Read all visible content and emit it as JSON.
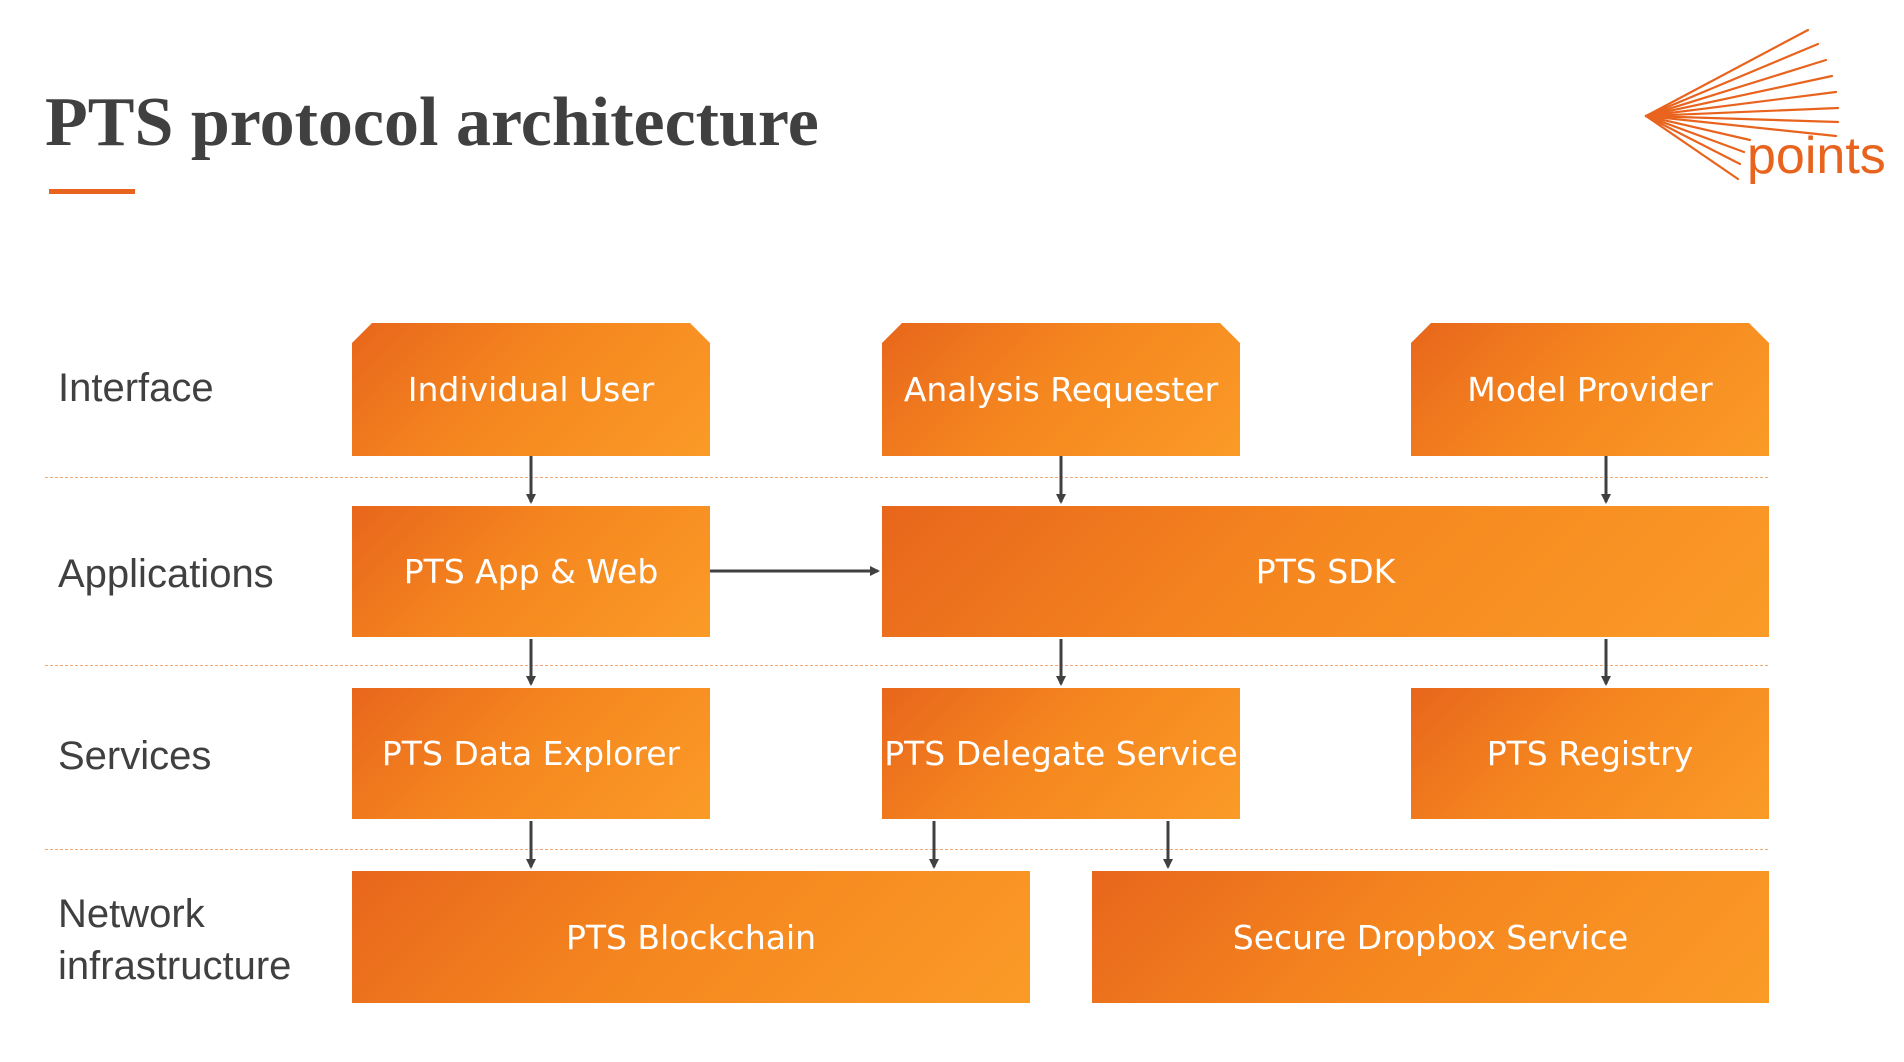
{
  "title": "PTS protocol architecture",
  "logo": {
    "text": "points"
  },
  "rows": {
    "interface": "Interface",
    "applications": "Applications",
    "services": "Services",
    "network_line1": "Network",
    "network_line2": "infrastructure"
  },
  "boxes": {
    "individual_user": "Individual User",
    "analysis_requester": "Analysis Requester",
    "model_provider": "Model Provider",
    "pts_app_web": "PTS App & Web",
    "pts_sdk": "PTS SDK",
    "pts_data_explorer": "PTS Data Explorer",
    "pts_delegate_service": "PTS Delegate Service",
    "pts_registry": "PTS Registry",
    "pts_blockchain": "PTS Blockchain",
    "secure_dropbox_service": "Secure Dropbox Service"
  },
  "colors": {
    "accent": "#e8641e",
    "box_gradient_start": "#e8661c",
    "box_gradient_end": "#fb9b27",
    "text_dark": "#404040",
    "arrow": "#404040",
    "divider": "#f0a878"
  }
}
